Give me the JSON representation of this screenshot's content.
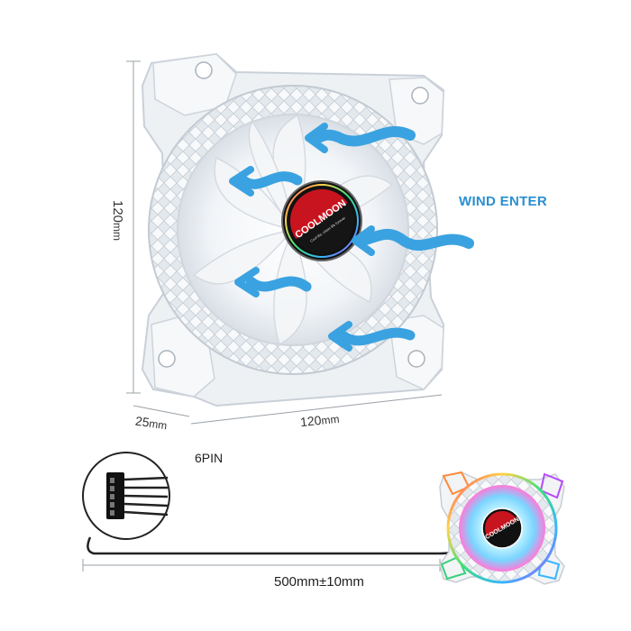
{
  "dimensions": {
    "height": {
      "value": "120",
      "unit": "mm"
    },
    "depth": {
      "value": "25",
      "unit": "mm"
    },
    "width": {
      "value": "120",
      "unit": "mm"
    }
  },
  "airflow_label": "WIND ENTER",
  "connector_label": "6PIN",
  "cable_length": "500mm±10mm",
  "brand_logo_text": "COOLMOON",
  "brand_logo_subtext": "Cool life, cheer life forever",
  "colors": {
    "arrow": "#3aa2e0",
    "logo_red": "#c8141e",
    "frame": "#e9edf2",
    "cable": "#222222"
  }
}
